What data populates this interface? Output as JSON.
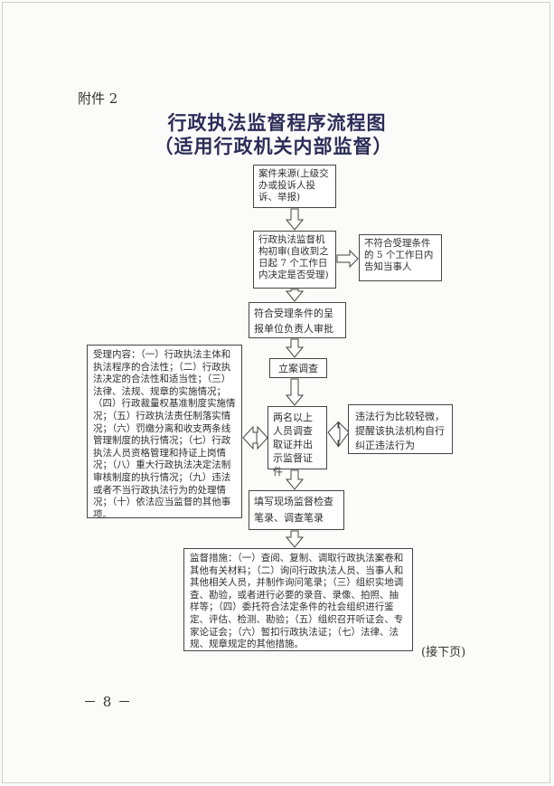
{
  "header": {
    "attachment": "附件 2",
    "title_line1": "行政执法监督程序流程图",
    "title_line2": "（适用行政机关内部监督）"
  },
  "flow": {
    "source": "案件来源(上级交办或投诉人投诉、举报)",
    "initial_review": "行政执法监督机构初审(自收到之日起 7 个工作日内决定是否受理)",
    "reject": "不符合受理条件的 5 个工作日内告知当事人",
    "approve": "符合受理条件的呈报单位负责人审批",
    "file_case": "立案调查",
    "investigate": "两名以上人员调查取证并出示监督证件",
    "record": "填写现场监督检查笔录、调查笔录",
    "content": "受理内容：（一）行政执法主体和执法程序的合法性；（二）行政执法决定的合法性和适当性；（三）法律、法规、规章的实施情况；（四）行政裁量权基准制度实施情况；（五）行政执法责任制落实情况；（六）罚缴分离和收支两条线管理制度的执行情况；（七）行政执法人员资格管理和持证上岗情况；（八）重大行政执法决定法制审核制度的执行情况；（九）违法或者不当行政执法行为的处理情况；（十）依法应当监督的其他事项。",
    "minor": "违法行为比较轻微，提醒该执法机构自行纠正违法行为",
    "measures": "监督措施：（一）查阅、复制、调取行政执法案卷和其他有关材料；（二）询问行政执法人员、当事人和其他相关人员，并制作询问笔录；（三）组织实地调查、勘验，或者进行必要的录音、录像、拍照、抽样等；（四）委托符合法定条件的社会组织进行鉴定、评估、检测、勘验；（五）组织召开听证会、专家论证会；（六）暂扣行政执法证；（七）法律、法规、规章规定的其他措施。"
  },
  "footer": {
    "continued": "(接下页)",
    "page_number": "－ 8 －"
  },
  "colors": {
    "title": "#2d2d5a",
    "border": "#444444",
    "background": "#fbfbf9"
  }
}
